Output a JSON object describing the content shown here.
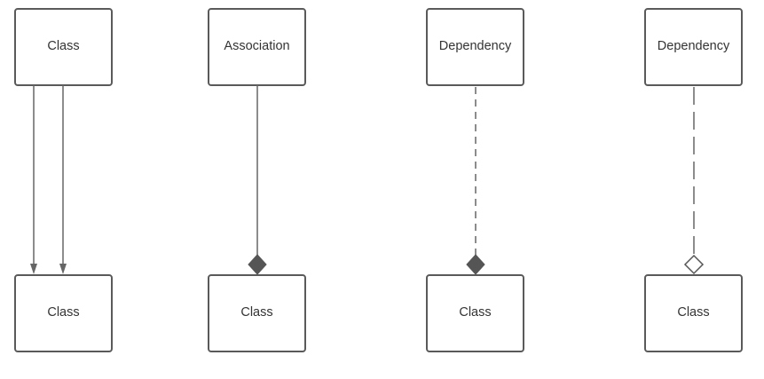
{
  "diagram": {
    "columns": [
      {
        "top_label": "Class",
        "bottom_label": "Class",
        "connector": "double-arrow-solid"
      },
      {
        "top_label": "Association",
        "bottom_label": "Class",
        "connector": "solid-filled-diamond"
      },
      {
        "top_label": "Dependency",
        "bottom_label": "Class",
        "connector": "dashed-filled-diamond"
      },
      {
        "top_label": "Dependency",
        "bottom_label": "Class",
        "connector": "long-dashed-hollow-diamond"
      }
    ]
  },
  "colors": {
    "box_stroke": "#5a5a5a",
    "line": "#666666",
    "diamond_fill": "#555555",
    "text": "#333333"
  }
}
